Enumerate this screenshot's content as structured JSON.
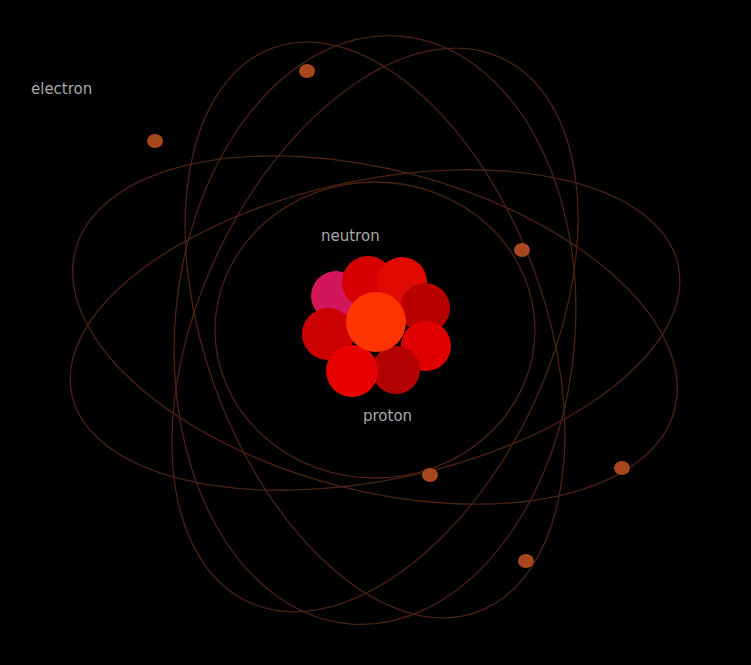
{
  "diagram": {
    "labels": [
      "electron",
      "neutron",
      "proton"
    ]
  }
}
